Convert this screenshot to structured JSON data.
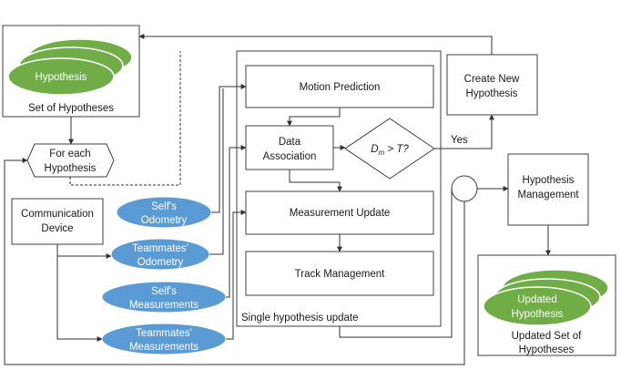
{
  "nodes": {
    "hypothesis": "Hypothesis",
    "set_of_hypotheses": "Set of Hypotheses",
    "for_each_line1": "For each",
    "for_each_line2": "Hypothesis",
    "comm_line1": "Communication",
    "comm_line2": "Device",
    "self_odo_line1": "Self's",
    "self_odo_line2": "Odometry",
    "team_odo_line1": "Teammates'",
    "team_odo_line2": "Odometry",
    "self_meas_line1": "Self's",
    "self_meas_line2": "Measurements",
    "team_meas_line1": "Teammates'",
    "team_meas_line2": "Measurements",
    "motion_prediction": "Motion Prediction",
    "data_assoc_line1": "Data",
    "data_assoc_line2": "Association",
    "decision_d": "D",
    "decision_sub": "m",
    "decision_rest": " > T?",
    "yes_label": "Yes",
    "measurement_update": "Measurement Update",
    "track_management": "Track Management",
    "single_hypothesis_update": "Single hypothesis update",
    "create_new_line1": "Create New",
    "create_new_line2": "Hypothesis",
    "hyp_mgmt_line1": "Hypothesis",
    "hyp_mgmt_line2": "Management",
    "updated_line1": "Updated",
    "updated_line2": "Hypothesis",
    "updated_set_line1": "Updated Set of",
    "updated_set_line2": "Hypotheses"
  },
  "colors": {
    "green": "#70ad47",
    "blue": "#5b9bd5",
    "line": "#333333"
  }
}
